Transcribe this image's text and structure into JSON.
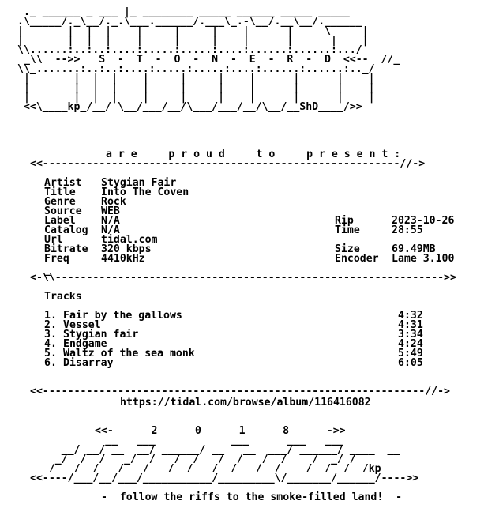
{
  "banner_top_art": " ._ ______ _ ___ |_ ________ _____ ______ _____ _____\n.\\_____/._\\__/._.\\___.______/.___\\_.-\\__/.__\\__/.______\n|       |  |  |    |     |     |    |      |     \\     |\n|       |  |  |    |     |     |    |      |      |    |\n\\\\......:..:..:....:.....:.....:....:......:......:.../\n _\\\\  -->>   S  -  T  -  O  -  N  -  E  -  R  -  D  <<--  //_\n\\\\_.......:..:..:....:.....:.....:....:......:......:.._/\n |       |  |  |    |     |     |    |      |      |    |\n |       |  |  |    |     |     |    |      |      |    |\n |       |  |  |    |     |     |    |      |      |    |\n <<\\____kp_/__/ \\__/___/__/\\___/___/__/\\__/__ShD____/>>",
  "group_name": "S - T - O - N - E - R - D",
  "present_line": "a r e     p r o u d     t o     p r e s e n t :",
  "divider_top": "<<---------------------------------------------------------//->",
  "info": {
    "artist_label": "Artist",
    "artist": "Stygian Fair",
    "title_label": "Title",
    "title": "Into The Coven",
    "genre_label": "Genre",
    "genre": "Rock",
    "source_label": "Source",
    "source": "WEB",
    "label_label": "Label",
    "label": "N/A",
    "catalog_label": "Catalog",
    "catalog": "N/A",
    "url_label": "Url",
    "url": "tidal.com",
    "bitrate_label": "Bitrate",
    "bitrate": "320 kbps",
    "freq_label": "Freq",
    "freq": "4410kHz",
    "rip_label": "Rip",
    "rip": "2023-10-26",
    "time_label": "Time",
    "time": "28:55",
    "size_label": "Size",
    "size": "69.49MB",
    "encoder_label": "Encoder",
    "encoder": "Lame 3.100"
  },
  "divider_mid": "<-\\\\-------------------------------------------------------------->>",
  "divider_mid_mark": "_",
  "tracks_heading": "Tracks",
  "tracks": [
    {
      "num": "1.",
      "title": "Fair by the gallows",
      "length": "4:32"
    },
    {
      "num": "2.",
      "title": "Vessel",
      "length": "4:31"
    },
    {
      "num": "3.",
      "title": "Stygian fair",
      "length": "3:34"
    },
    {
      "num": "4.",
      "title": "Endgame",
      "length": "4:24"
    },
    {
      "num": "5.",
      "title": "Waltz of the sea monk",
      "length": "5:49"
    },
    {
      "num": "6.",
      "title": "Disarray",
      "length": "6:05"
    }
  ],
  "divider_bottom": "<<-------------------------------------------------------------//->",
  "album_url": "https://tidal.com/browse/album/116416082",
  "year_line": "<<-      2      0      1      8      ->>",
  "banner_bottom_art": "            __   ___            ___      ___   ___\n     __/ __/ __  __/ ______/ __   __  ___/ ______/ ____  __\n    _/  /  /   _/  /   /  /   /  /   /  /    /  _/ /\n   /   /  /   /   /   /  /   /  /   /  /    /  /  /  /kp\n<<----/___/__/___/___________/_________\\/_______/______/---->>",
  "footer_tagline": "-  follow the riffs to the smoke-filled land!  -"
}
